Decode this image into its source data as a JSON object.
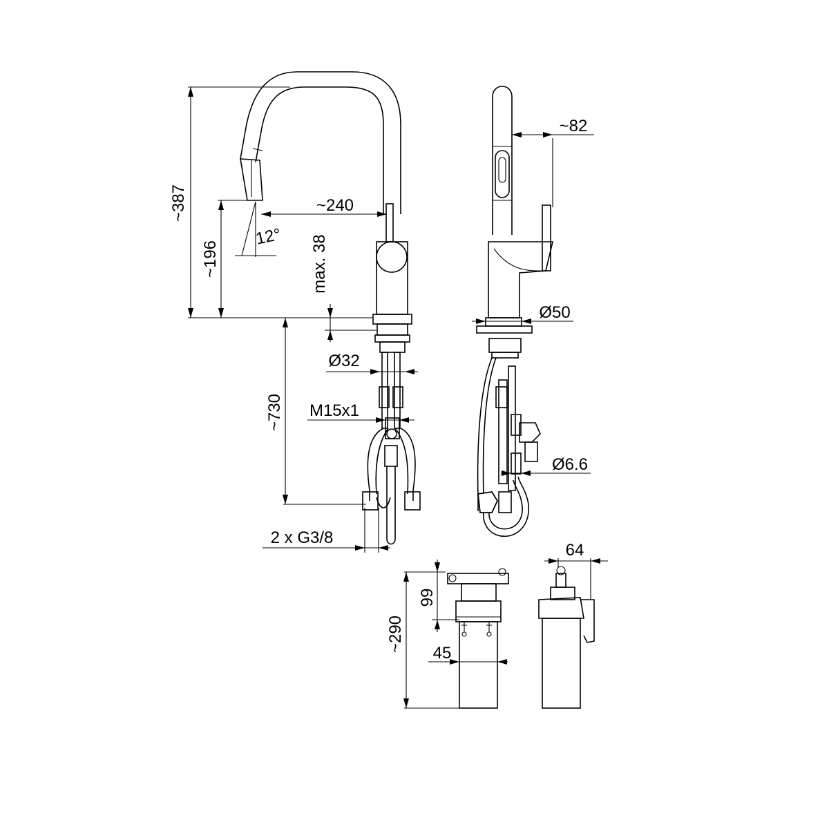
{
  "drawing": {
    "views": {
      "side": {
        "dims": {
          "height_total": "~387",
          "spout_height": "~196",
          "reach": "~240",
          "angle": "12°",
          "max_deck": "max. 38",
          "body_diameter": "Ø32",
          "hose_length": "~730",
          "thread": "M15x1",
          "connections": "2 x G3/8"
        }
      },
      "front": {
        "dims": {
          "handle_offset": "~82",
          "base_diameter": "Ø50",
          "hose_diameter": "Ø6.6"
        }
      },
      "cartridge_front": {
        "dims": {
          "height": "~290",
          "top_height": "99",
          "width": "45"
        }
      },
      "cartridge_side": {
        "dims": {
          "depth": "64"
        }
      }
    }
  }
}
